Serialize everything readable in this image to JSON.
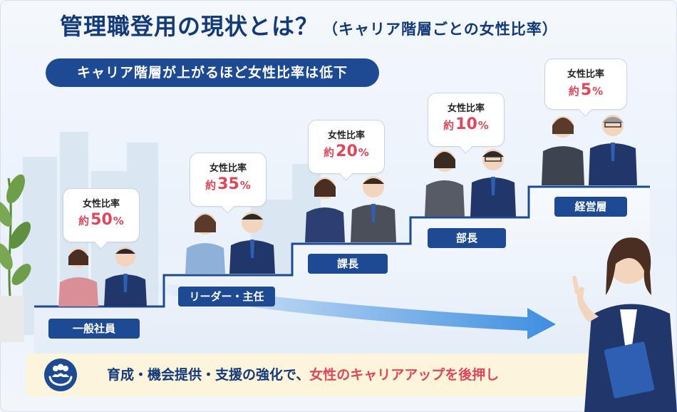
{
  "header": {
    "title": "管理職登用の現状とは？",
    "subtitle": "（キャリア階層ごとの女性比率）"
  },
  "summary_pill": "キャリア階層が上がるほど女性比率は低下",
  "levels": [
    {
      "name": "一般社員",
      "ratio_label": "女性比率",
      "prefix": "約",
      "value": "50",
      "unit": "%"
    },
    {
      "name": "リーダー・主任",
      "ratio_label": "女性比率",
      "prefix": "約",
      "value": "35",
      "unit": "%"
    },
    {
      "name": "課長",
      "ratio_label": "女性比率",
      "prefix": "約",
      "value": "20",
      "unit": "%"
    },
    {
      "name": "部長",
      "ratio_label": "女性比率",
      "prefix": "約",
      "value": "10",
      "unit": "%"
    },
    {
      "name": "経営層",
      "ratio_label": "女性比率",
      "prefix": "約",
      "value": "5",
      "unit": "%"
    }
  ],
  "banner": {
    "text_main": "育成・機会提供・支援の強化で、",
    "text_highlight": "女性のキャリアアップを後押し",
    "icon": "people-support-icon"
  },
  "colors": {
    "navy": "#1d4a92",
    "title": "#123a7a",
    "accent_red": "#e0455a",
    "arrow_blue": "#3d8ee0",
    "banner_bg": "#fdf4dc"
  }
}
